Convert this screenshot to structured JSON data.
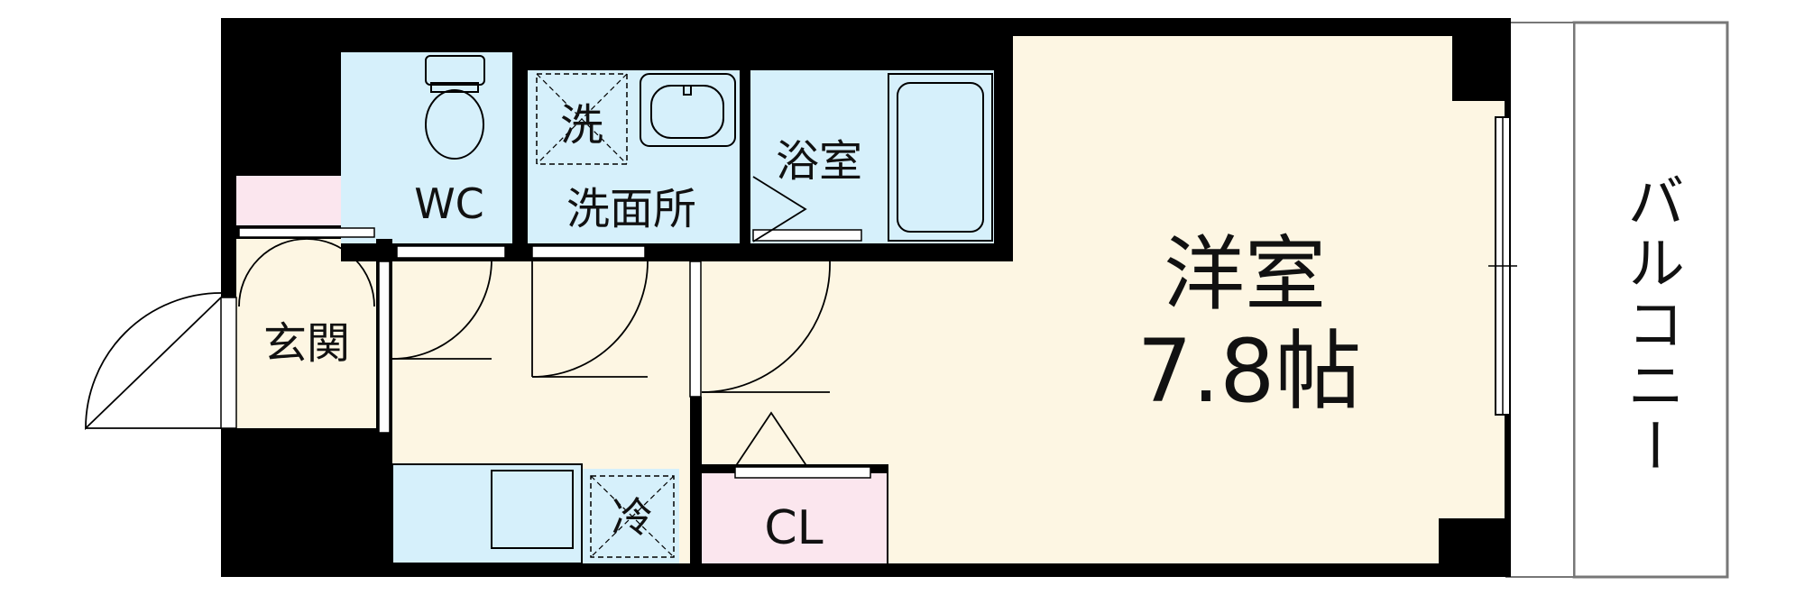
{
  "colors": {
    "wall": "#000000",
    "main_room_floor": "#fdf6e3",
    "wet_area_floor": "#d6f0fb",
    "storage_floor": "#fbe6ee",
    "balcony_floor": "#ffffff"
  },
  "rooms": {
    "western_room": {
      "name": "洋室",
      "size": "7.8帖"
    },
    "entrance": "玄関",
    "toilet": "WC",
    "washing_machine": "洗",
    "washroom": "洗面所",
    "bathroom": "浴室",
    "fridge": "冷",
    "closet": "CL",
    "balcony": "バルコニー"
  }
}
